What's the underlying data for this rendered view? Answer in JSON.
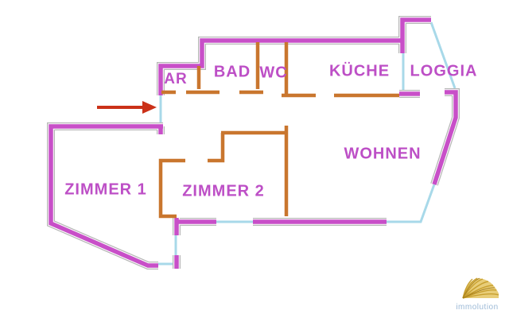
{
  "plan": {
    "type": "apartment-floorplan",
    "room_labels": {
      "ar": "AR",
      "bad": "BAD",
      "wc": "WC",
      "kueche": "KÜCHE",
      "loggia": "LOGGIA",
      "wohnen": "WOHNEN",
      "zimmer1": "ZIMMER 1",
      "zimmer2": "ZIMMER 2"
    },
    "entrance": {
      "indicator": "red-arrow-pointing-right-at-entrance-door"
    },
    "colors": {
      "exterior_wall": "#c84fc8",
      "interior_wall": "#c9762e",
      "window_door_glass": "#a8d9e9",
      "wall_outline": "#b6b6b6",
      "room_label_text": "#bd4fc6",
      "entrance_arrow": "#cb3118",
      "background": "#ffffff"
    }
  },
  "branding": {
    "logo_text": "immolution",
    "logo_text_color": "#9bb9d6",
    "logo_mark_color": "#d2a93a"
  }
}
